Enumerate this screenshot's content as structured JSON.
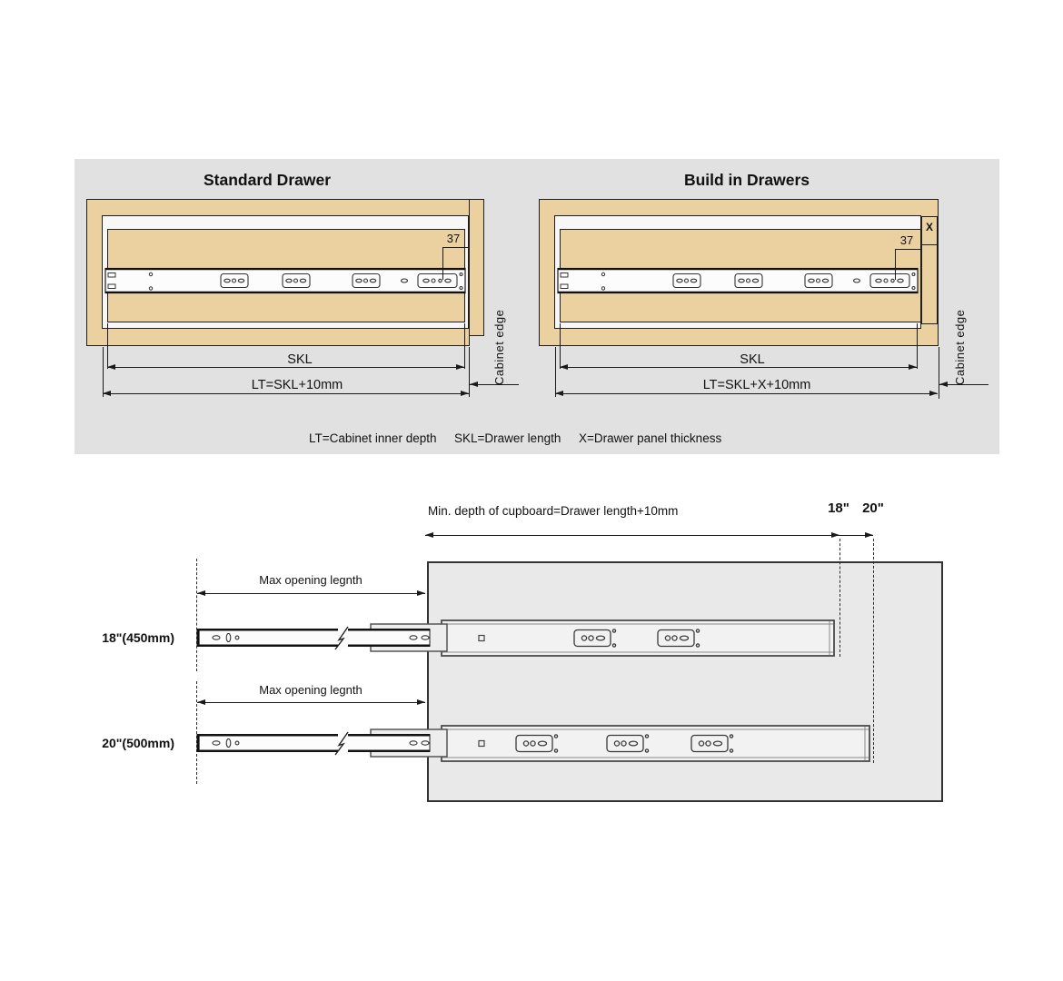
{
  "colors": {
    "panel_bg": "#e1e1e1",
    "wood": "#ebd1a0",
    "cupboard_bg": "#e9e9e9",
    "rail_fill": "#f2f2f2",
    "line": "#1a1a1a"
  },
  "top": {
    "standard": {
      "title": "Standard Drawer",
      "dim_37": "37",
      "skl": "SKL",
      "lt": "LT=SKL+10mm",
      "cabinet_edge": "Cabinet edge"
    },
    "buildin": {
      "title": "Build in Drawers",
      "dim_37": "37",
      "x": "X",
      "skl": "SKL",
      "lt": "LT=SKL+X+10mm",
      "cabinet_edge": "Cabinet edge"
    },
    "legend": {
      "lt": "LT=Cabinet inner depth",
      "skl": "SKL=Drawer length",
      "x": "X=Drawer panel thickness"
    }
  },
  "bottom": {
    "min_depth": "Min. depth of cupboard=Drawer length+10mm",
    "mark_18": "18\"",
    "mark_20": "20\"",
    "rows": [
      {
        "label": "18\"(450mm)",
        "max_opening": "Max opening legnth"
      },
      {
        "label": "20\"(500mm)",
        "max_opening": "Max opening legnth"
      }
    ]
  }
}
